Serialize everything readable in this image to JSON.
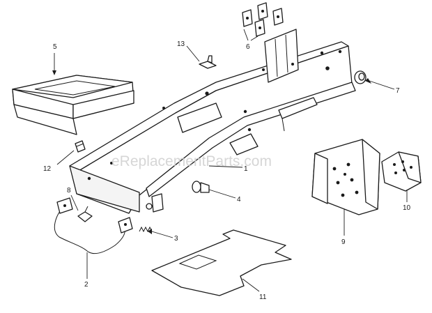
{
  "watermark": "eReplacementParts.com",
  "callouts": {
    "c1": "1",
    "c2": "2",
    "c3": "3",
    "c4": "4",
    "c5": "5",
    "c6": "6",
    "c7": "7",
    "c8": "8",
    "c9": "9",
    "c10": "10",
    "c11": "11",
    "c12": "12",
    "c13": "13"
  },
  "colors": {
    "ink": "#1a1a1a",
    "paper": "#ffffff",
    "watermark": "#cfcfcf"
  }
}
